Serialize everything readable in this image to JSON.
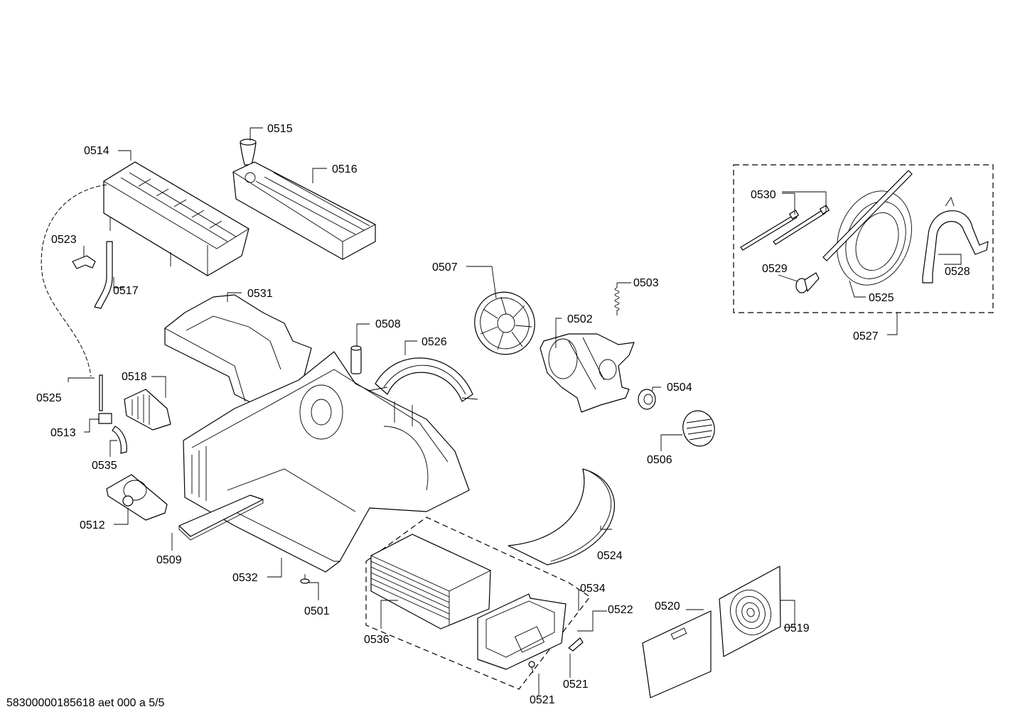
{
  "footer": "58300000185618 aet 000 a 5/5",
  "labels": {
    "p0514": "0514",
    "p0515": "0515",
    "p0516": "0516",
    "p0523": "0523",
    "p0517": "0517",
    "p0531": "0531",
    "p0507": "0507",
    "p0503": "0503",
    "p0508": "0508",
    "p0526": "0526",
    "p0502": "0502",
    "p0518": "0518",
    "p0525a": "0525",
    "p0513": "0513",
    "p0504": "0504",
    "p0535": "0535",
    "p0506": "0506",
    "p0512": "0512",
    "p0509": "0509",
    "p0532": "0532",
    "p0524": "0524",
    "p0501": "0501",
    "p0534": "0534",
    "p0536": "0536",
    "p0522": "0522",
    "p0520": "0520",
    "p0519": "0519",
    "p0521a": "0521",
    "p0521b": "0521",
    "p0530": "0530",
    "p0529": "0529",
    "p0525b": "0525",
    "p0528": "0528",
    "p0527": "0527"
  }
}
